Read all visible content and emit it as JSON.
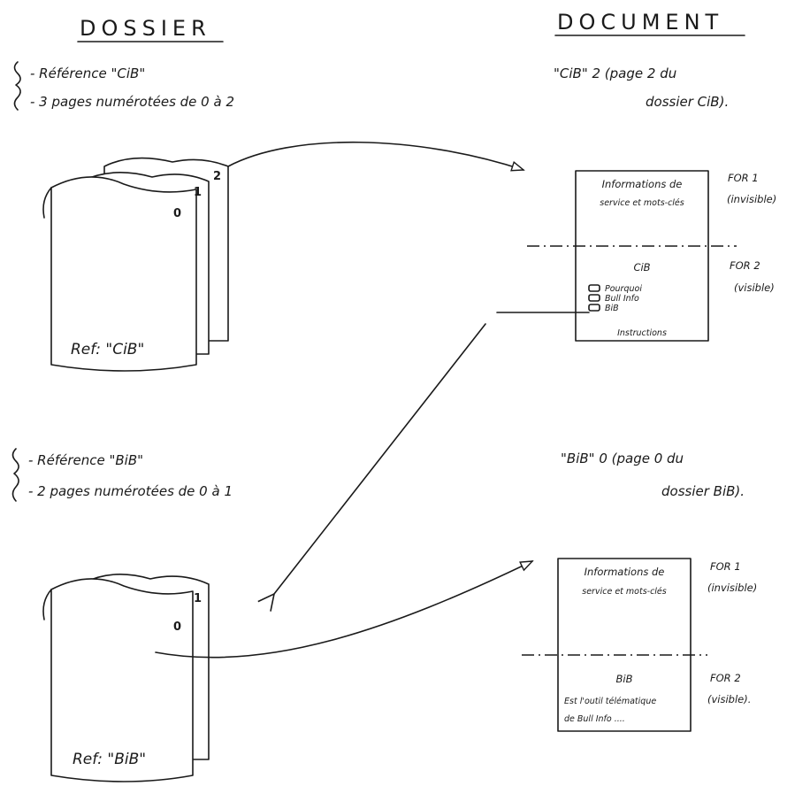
{
  "headings": {
    "left": "DOSSIER",
    "right": "DOCUMENT"
  },
  "dossier_cib": {
    "line1": "- Référence \"CiB\"",
    "line2": "- 3 pages numérotées de 0 à 2",
    "page_numbers": [
      "0",
      "1",
      "2"
    ],
    "ref_label": "Ref: \"CiB\""
  },
  "dossier_bib": {
    "line1": "- Référence \"BiB\"",
    "line2": "- 2 pages numérotées de 0 à 1",
    "page_numbers": [
      "0",
      "1"
    ],
    "ref_label": "Ref: \"BiB\""
  },
  "document_cib": {
    "caption_line1": "\"CiB\"  2     (page 2 du",
    "caption_line2": "dossier CiB).",
    "header_line1": "Informations de",
    "header_line2": "service et mots-clés",
    "title": "CiB",
    "buttons": [
      "Pourquoi",
      "Bull Info",
      "BiB"
    ],
    "footer": "Instructions",
    "for1_label": "FOR 1",
    "for1_state": "(invisible)",
    "for2_label": "FOR 2",
    "for2_state": "(visible)"
  },
  "document_bib": {
    "caption_line1": "\"BiB\"  0    (page 0 du",
    "caption_line2": "dossier BiB).",
    "header_line1": "Informations de",
    "header_line2": "service et mots-clés",
    "title": "BiB",
    "body_line1": "Est l'outil télématique",
    "body_line2": "de Bull Info ....",
    "for1_label": "FOR 1",
    "for1_state": "(invisible)",
    "for2_label": "FOR 2",
    "for2_state": "(visible)."
  },
  "colors": {
    "ink": "#1a1a1a",
    "paper": "#ffffff"
  }
}
